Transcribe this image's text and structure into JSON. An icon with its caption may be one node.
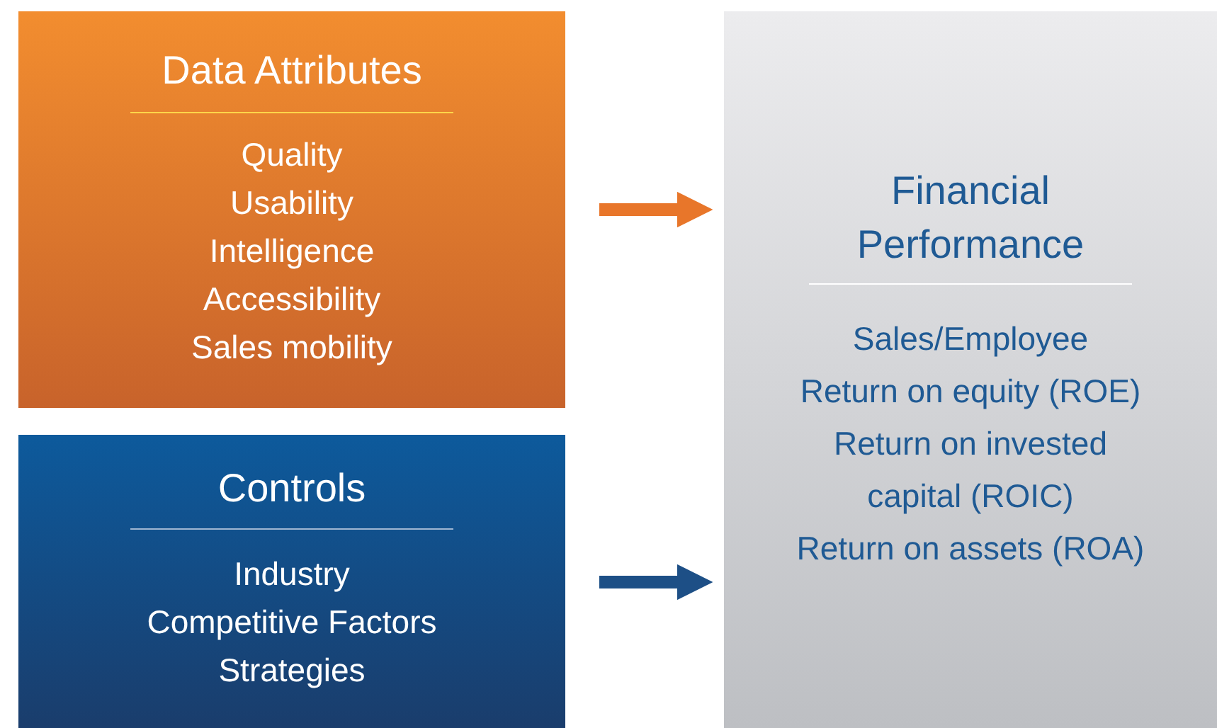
{
  "diagram": {
    "nodes": [
      {
        "text": [
          "Data Attributes",
          "Quality",
          "Usability",
          "Intelligence",
          "Accessibility",
          "Sales mobility"
        ]
      },
      {
        "text": [
          "Controls",
          "Industry",
          "Competitive Factors",
          "Strategies"
        ]
      },
      {
        "text": [
          "Financial Performance",
          "Sales/Employee",
          "Return on equity (ROE)",
          "Return on invested capital (ROIC)",
          "Return on assets (ROA)"
        ]
      }
    ],
    "edges": [
      {
        "from": 0,
        "to": 2,
        "arrow": "to",
        "color": "#e8762a"
      },
      {
        "from": 1,
        "to": 2,
        "arrow": "to",
        "color": "#1d4f86"
      }
    ]
  }
}
